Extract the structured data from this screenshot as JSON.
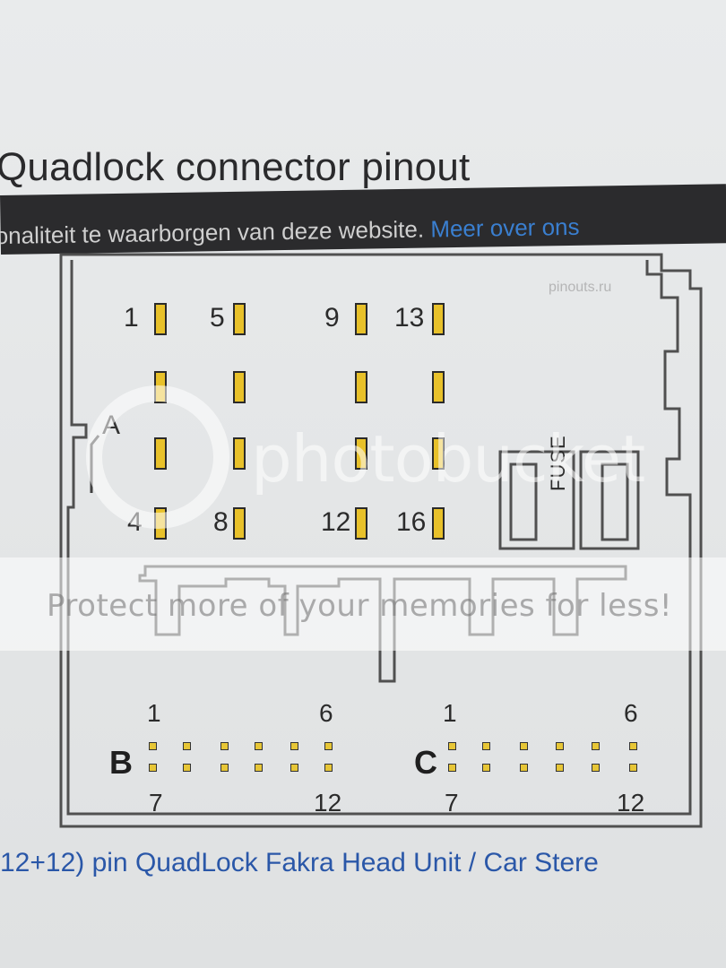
{
  "heading": "Quadlock connector pinout",
  "cookie_bar": {
    "text": "onaliteit te waarborgen van deze website.",
    "more_link": "Meer over ons"
  },
  "connector": {
    "site_mark": "pinouts.ru",
    "block_a": {
      "label": "A",
      "pin_labels": [
        "1",
        "5",
        "9",
        "13",
        "4",
        "8",
        "12",
        "16"
      ]
    },
    "fuse_label": "FUSE",
    "block_b": {
      "label": "B",
      "top_left": "1",
      "top_right": "6",
      "bottom_left": "7",
      "bottom_right": "12"
    },
    "block_c": {
      "label": "C",
      "top_left": "1",
      "top_right": "6",
      "bottom_left": "7",
      "bottom_right": "12"
    }
  },
  "watermark": {
    "logo": "photobucket",
    "band_text": "Protect more of your memories for less!"
  },
  "caption": "12+12) pin QuadLock Fakra Head Unit / Car Stere",
  "colors": {
    "pin_fill": "#e8c12a",
    "cookie_bar_bg": "#2b2b2d",
    "link": "#3a7fd0",
    "caption": "#2a57a8"
  }
}
